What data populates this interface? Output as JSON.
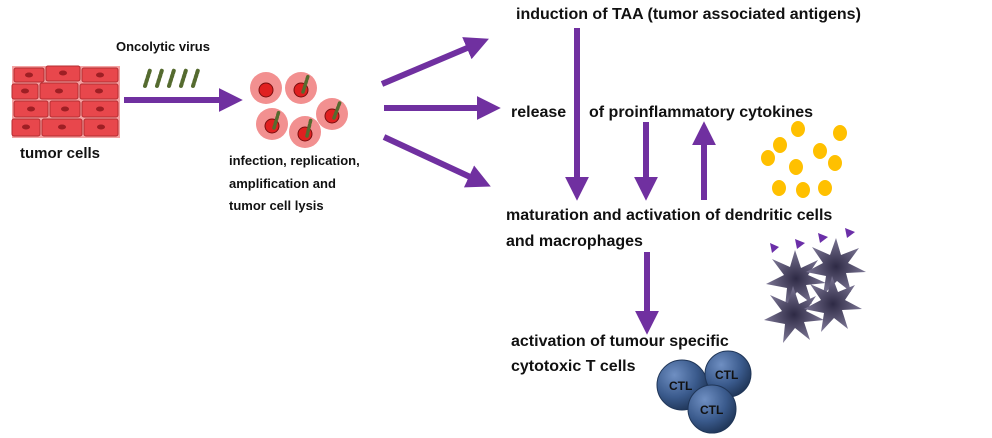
{
  "labels": {
    "oncolytic_virus": "Oncolytic virus",
    "tumor_cells": "tumor cells",
    "infection": [
      "infection, replication,",
      "amplification and",
      "tumor cell lysis"
    ],
    "induction_taa": "induction of TAA (tumor associated antigens)",
    "release_cytokines_a": "release",
    "release_cytokines_b": "of proinflammatory cytokines",
    "maturation": [
      "maturation and activation of dendritic cells",
      "and macrophages"
    ],
    "activation_ctl": [
      "activation of tumour specific",
      "cytotoxic T cells"
    ],
    "ctl": "CTL"
  },
  "colors": {
    "arrow": "#7030a0",
    "tumor_cell": "#e8474c",
    "tumor_cell_light": "#f29090",
    "virus": "#556b2f",
    "cytokine": "#ffc000",
    "dendritic_cell": "#6b6585",
    "ctl_cell": "#3a5a8c"
  }
}
